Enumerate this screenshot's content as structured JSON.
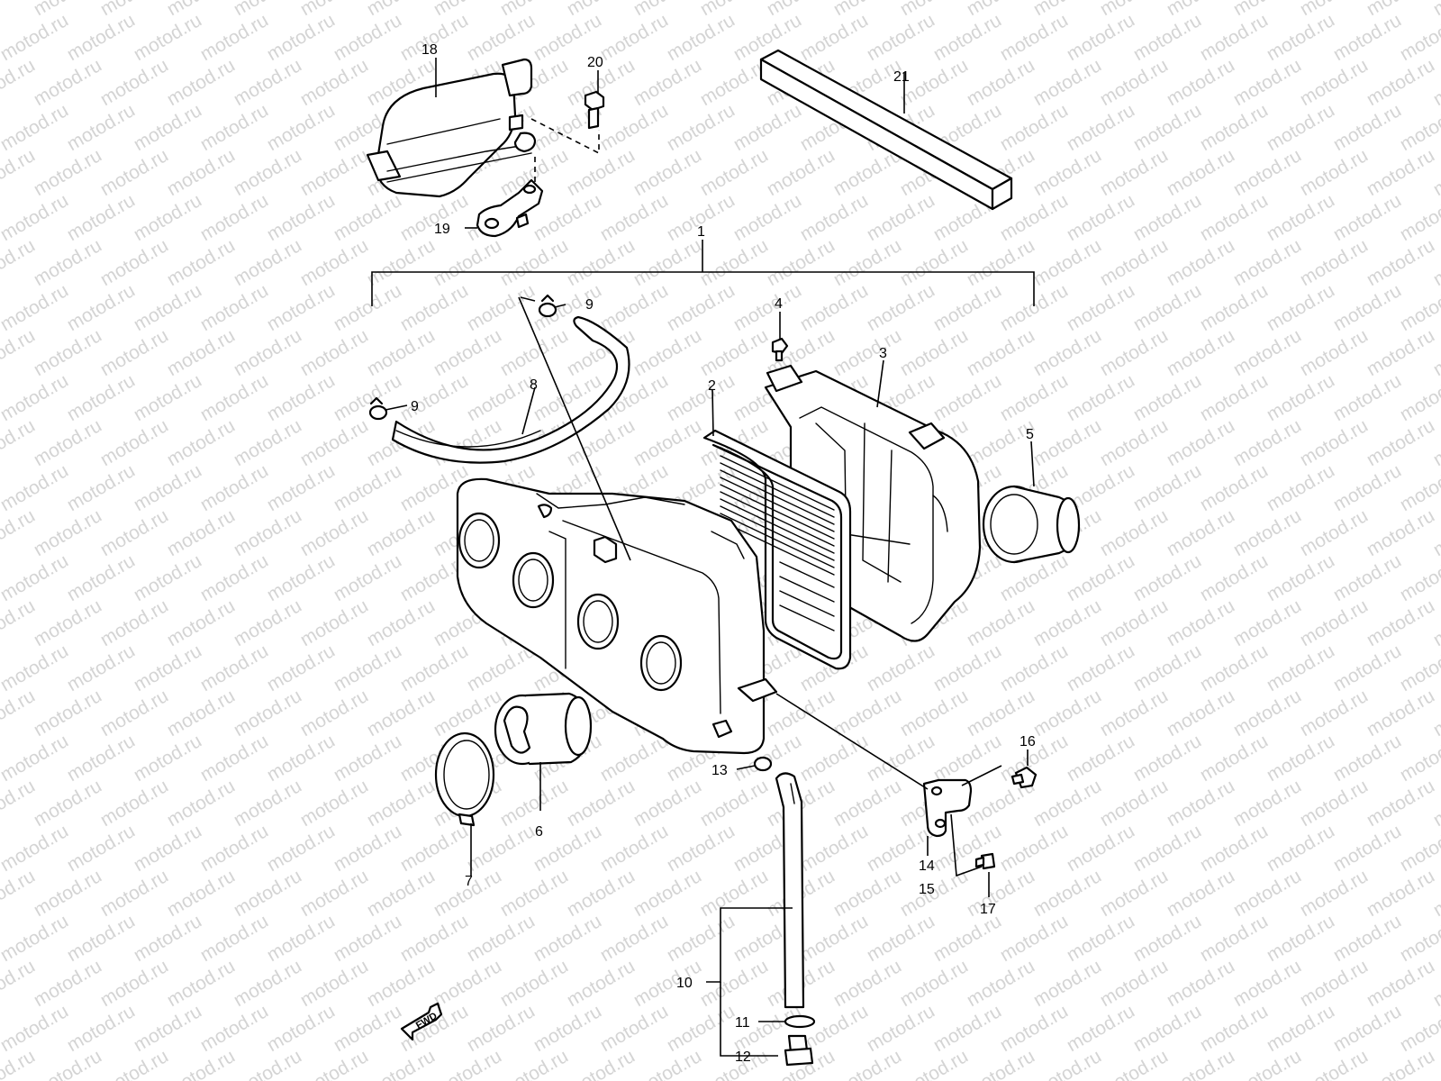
{
  "watermark": "motod.ru",
  "direction_label": "FWD",
  "callouts": {
    "c1": "1",
    "c2": "2",
    "c3": "3",
    "c4": "4",
    "c5": "5",
    "c6": "6",
    "c7": "7",
    "c8": "8",
    "c9a": "9",
    "c9b": "9",
    "c10": "10",
    "c11": "11",
    "c12": "12",
    "c13": "13",
    "c14": "14",
    "c15": "15",
    "c16": "16",
    "c17": "17",
    "c18": "18",
    "c19": "19",
    "c20": "20",
    "c21": "21"
  },
  "colors": {
    "line": "#000000",
    "background": "#ffffff",
    "watermark": "#d4d4d4"
  }
}
